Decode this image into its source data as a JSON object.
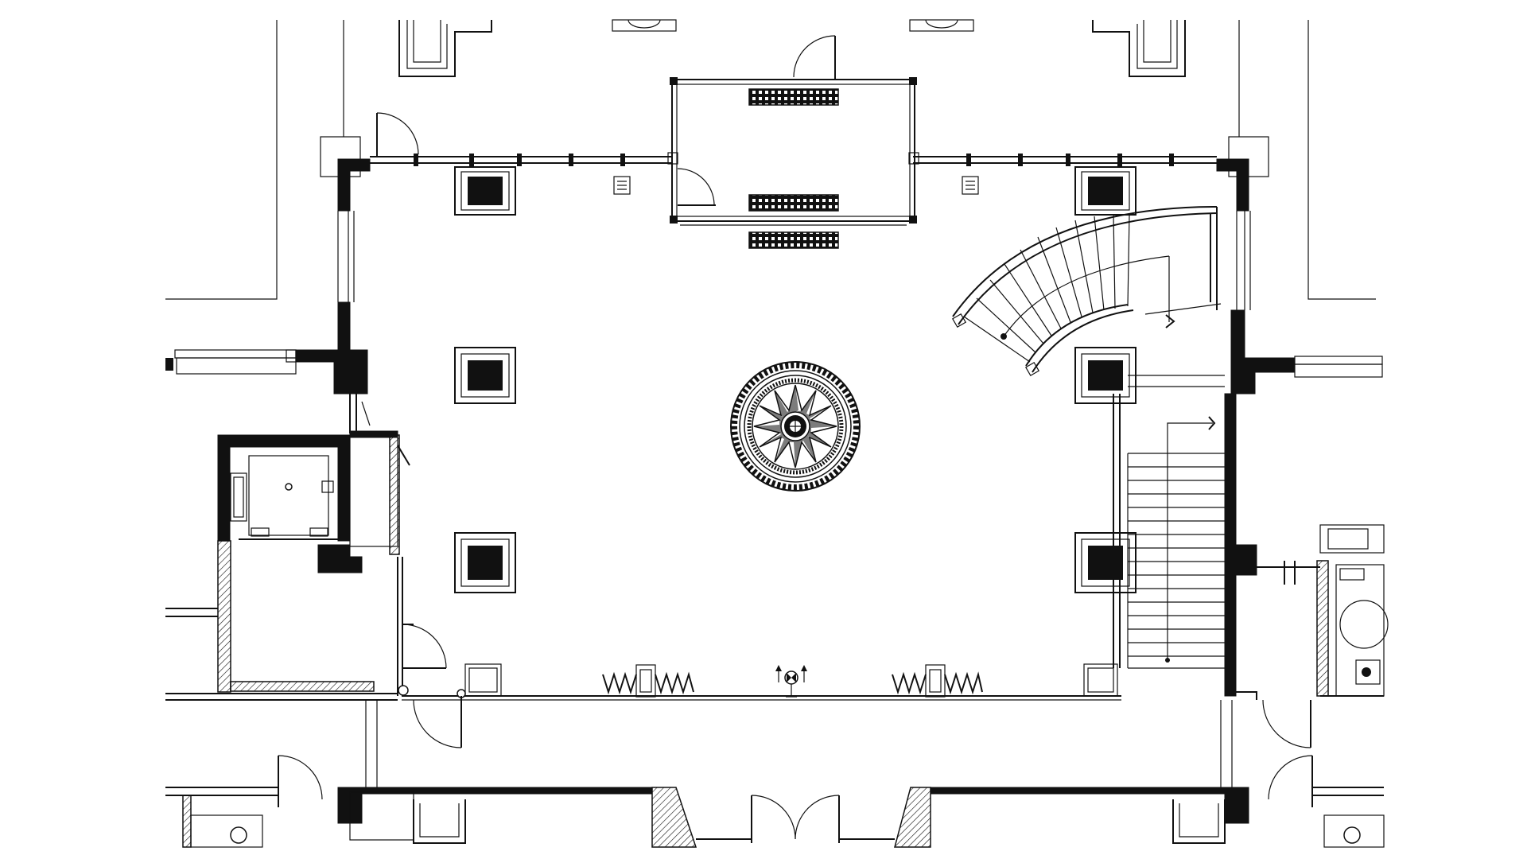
{
  "drawing": {
    "kind": "architectural floor plan",
    "background": "#ffffff",
    "line_color": "#111111"
  },
  "rooms": [
    "main-hall",
    "entry-vestibule",
    "curved-staircase",
    "straight-staircase",
    "elevator-lobby",
    "corridor"
  ],
  "icons": {
    "medallion": "compass-star-medallion",
    "fixture": "arrow-symbol-icon"
  }
}
